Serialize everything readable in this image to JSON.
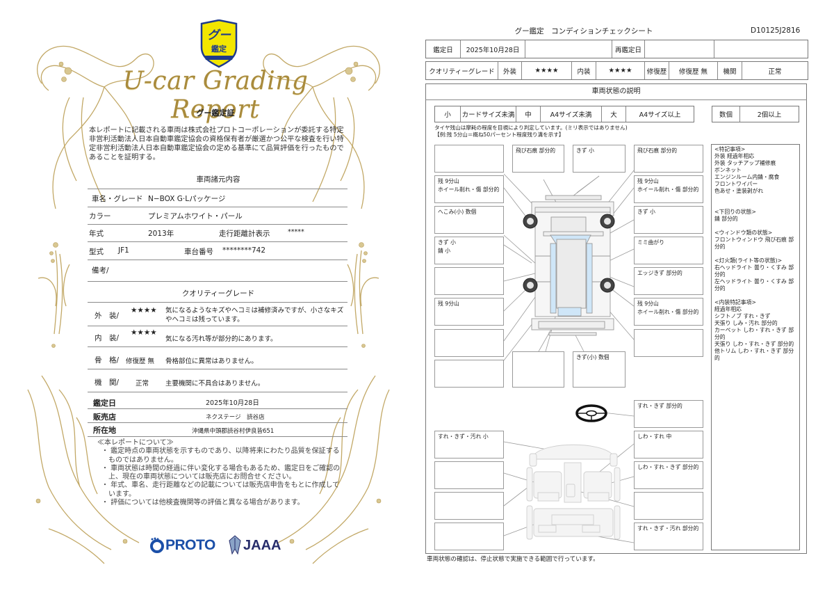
{
  "certificate": {
    "badge": {
      "top_text": "グー",
      "bottom_text": "鑑定"
    },
    "script_title": "U-car Grading Report",
    "subtitle": "グー鑑定証",
    "intro": "本レポートに記載される車両は株式会社プロトコーポレーションが委託する特定非営利活動法人日本自動車鑑定協会の資格保有者が厳選かつ公平な検査を行い特定非営利活動法人日本自動車鑑定協会の定める基準にて品質評価を行ったものであることを証明する。",
    "specs": {
      "title": "車両諸元内容",
      "name_label": "車名・グレード",
      "name_value": "N−BOX G·Lパッケージ",
      "color_label": "カラー",
      "color_value": "プレミアムホワイト・パール",
      "year_label": "年式",
      "year_value": "2013年",
      "odometer_label": "走行距離計表示",
      "odometer_value": "*****",
      "model_label": "型式",
      "model_value": "JF1",
      "chassis_label": "車台番号",
      "chassis_value": "********742",
      "remarks_label": "備考/"
    },
    "quality": {
      "title": "クオリティーグレード",
      "rows": [
        {
          "label": "外　装/",
          "grade": "★★★★",
          "desc": "気になるようなキズやヘコミは補修済みですが、小さなキズやヘコミは残っています。"
        },
        {
          "label": "内　装/",
          "grade": "★★★★",
          "desc": "気になる汚れ等が部分的にあります。"
        },
        {
          "label": "骨　格/",
          "grade": "修復歴 無",
          "desc": "骨格部位に異常はありません。"
        },
        {
          "label": "機　関/",
          "grade": "正常",
          "desc": "主要機関に不具合はありません。"
        }
      ]
    },
    "info": {
      "date_label": "鑑定日",
      "date_value": "2025年10月28日",
      "shop_label": "販売店",
      "shop_value": "ネクステージ　読谷店",
      "address_label": "所在地",
      "address_value": "沖縄県中頭郡読谷村伊良皆651"
    },
    "notes": {
      "title": "≪本レポートについて≫",
      "items": [
        "・ 鑑定時点の車両状態を示すものであり、以降将来にわたり品質を保証するものではありません。",
        "・ 車両状態は時間の経過に伴い変化する場合もあるため、鑑定日をご確認の上、現在の車両状態については販売店にお問合せください。",
        "・ 年式、車名、走行距離などの記載については販売店申告をもとに作成しています。",
        "・ 評価については他検査機関等の評価と異なる場合があります。"
      ]
    },
    "logos": {
      "proto": "PROTO",
      "jaaa": "JAAA"
    }
  },
  "check_sheet": {
    "title": "グー鑑定　コンディションチェックシート",
    "doc_id": "D10125J2816",
    "header_row": {
      "date_label": "鑑定日",
      "date_value": "2025年10月28日",
      "blank1": "",
      "reinspect_label": "再鑑定日",
      "reinspect_value": "",
      "blank2": ""
    },
    "grade_row": {
      "quality_label": "クオリティーグレード",
      "exterior_label": "外装",
      "exterior_value": "★★★★",
      "interior_label": "内装",
      "interior_value": "★★★★",
      "repair_label": "修復歴",
      "repair_value": "修復歴 無",
      "engine_label": "機関",
      "engine_value": "正常"
    },
    "section_title": "車両状態の説明",
    "size_legend": {
      "small_label": "小",
      "small_value": "カードサイズ未満",
      "medium_label": "中",
      "medium_value": "A4サイズ未満",
      "large_label": "大",
      "large_value": "A4サイズ以上",
      "several_label": "数個",
      "several_value": "2個以上"
    },
    "tire_note_1": "タイヤ残山は摩耗の程度を目視により判定しています。(ミリ表示ではありません)",
    "tire_note_2": "【例:残 5分山＝概ね50パーセント程度残り溝を示す】",
    "exterior_boxes": {
      "l1": "",
      "l2_a": "残 9分山",
      "l2_b": "ホイール削れ・傷 部分的",
      "l3": "へこみ(小) 数個",
      "l4_a": "きず 小",
      "l4_b": "錆 小",
      "l5": "",
      "l6": "残 9分山",
      "l7": "",
      "l8": "",
      "top_center_1": "飛び石痕 部分的",
      "top_center_2": "きず 小",
      "r1": "飛び石痕 部分的",
      "r2_a": "残 9分山",
      "r2_b": "ホイール削れ・傷 部分的",
      "r3": "きず 小",
      "r4": "ミミ曲がり",
      "r5": "エッジきず 部分的",
      "r6_a": "残 9分山",
      "r6_b": "ホイール削れ・傷 部分的",
      "r7": "",
      "bottom_center_1": "",
      "bottom_center_2": "きず(小) 数個"
    },
    "interior_boxes": {
      "steering": "すれ・きず 部分的",
      "l1": "すれ・きず・汚れ 小",
      "l2": "",
      "l3": "",
      "l4": "",
      "r1": "しわ・すれ 中",
      "r2": "しわ・すれ・きず 部分的",
      "r3": "",
      "r4": "すれ・きず・汚れ 部分的"
    },
    "notes": {
      "special_title": "<特記事項>",
      "special": [
        "外装 経過年相応",
        "外装 タッチアップ補修痕",
        "ボンネット",
        "エンジンルーム内錆・腐食",
        "フロントワイパー",
        "色あせ・塗装剥がれ"
      ],
      "under_title": "<下回りの状態>",
      "under": [
        "錆 部分的"
      ],
      "window_title": "<ウィンドウ類の状態>",
      "window": [
        "フロントウィンドウ 飛び石痕 部分的"
      ],
      "lights_title": "<灯火類(ライト等の状態)>",
      "lights": [
        "右ヘッドライト 曇り・くすみ 部分的",
        "左ヘッドライト 曇り・くすみ 部分的"
      ],
      "interior_title": "<内装特記事項>",
      "interior": [
        "経過年相応",
        "シフトノブ すれ・きず",
        "天張り しみ・汚れ 部分的",
        "カーペット しわ・すれ・きず 部分的",
        "天張り しわ・すれ・きず 部分的",
        "他トリム しわ・すれ・きず 部分的"
      ]
    },
    "footer": "車両状態の確認は、停止状態で実施できる範囲で行っています。"
  },
  "colors": {
    "gold": "#b8994a",
    "badge_yellow": "#f2e600",
    "badge_blue": "#1e3a8c",
    "proto_blue": "#1b4fa8",
    "jaaa_navy": "#272d6b",
    "glass_blue": "#cfe6f8"
  }
}
